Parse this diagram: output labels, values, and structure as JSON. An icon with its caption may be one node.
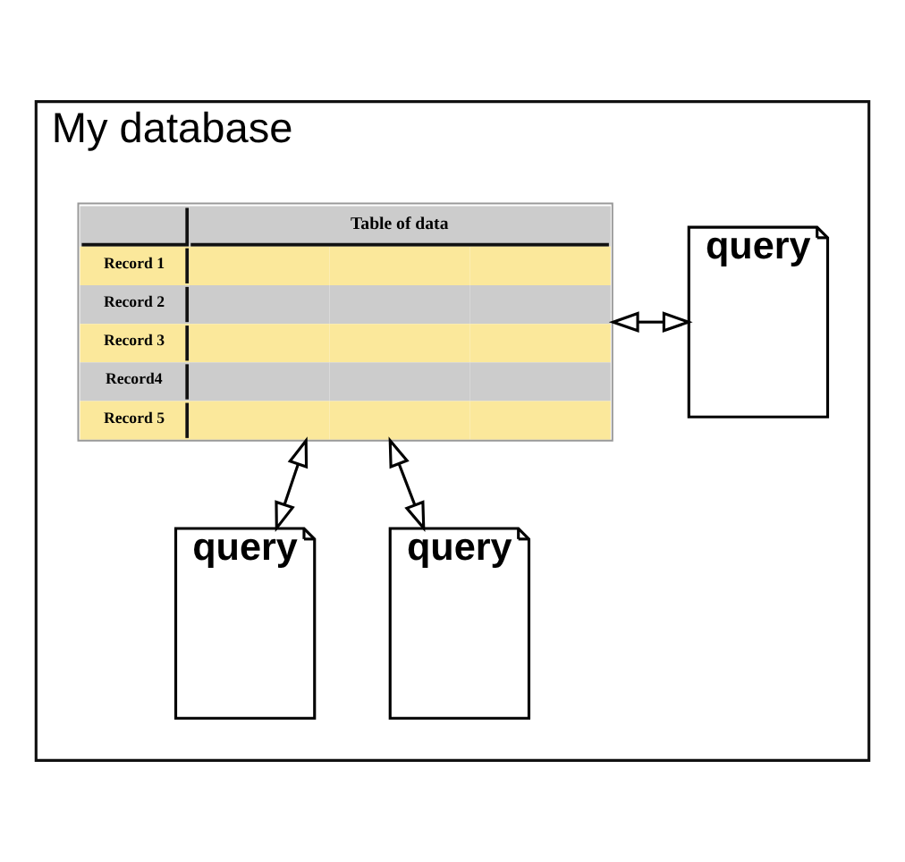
{
  "diagram": {
    "nodes": [
      {
        "text": [
          "My database"
        ]
      },
      {
        "text": [
          "Table of data",
          "Record 1",
          "Record 2",
          "Record 3",
          "Record4",
          "Record 5"
        ],
        "in": 0
      },
      {
        "text": [
          "query"
        ],
        "in": 0
      },
      {
        "text": [
          "query"
        ],
        "in": 0
      },
      {
        "text": [
          "query"
        ],
        "in": 0
      }
    ],
    "edges": [
      {
        "from": 1,
        "to": 2,
        "arrow": "both"
      },
      {
        "from": 1,
        "to": 3,
        "arrow": "both"
      },
      {
        "from": 1,
        "to": 4,
        "arrow": "both"
      }
    ]
  }
}
